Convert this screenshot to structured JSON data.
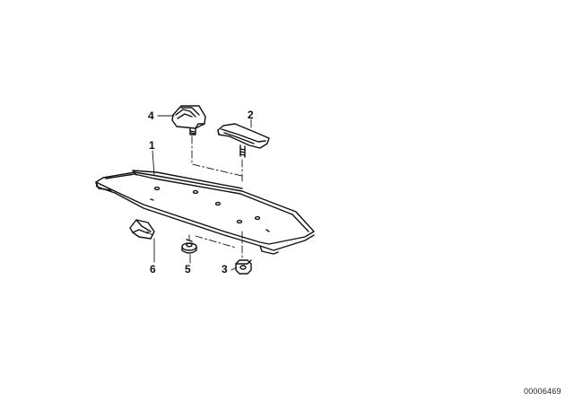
{
  "diagram": {
    "callouts": [
      {
        "label": "1",
        "part": "parcel-shelf"
      },
      {
        "label": "2",
        "part": "speaker-cover-right"
      },
      {
        "label": "3",
        "part": "hex-nut"
      },
      {
        "label": "4",
        "part": "speaker-cover-left"
      },
      {
        "label": "5",
        "part": "grommet"
      },
      {
        "label": "6",
        "part": "spring-clip"
      }
    ],
    "reference_id": "00006469"
  },
  "colors": {
    "line": "#111111",
    "background": "#ffffff"
  }
}
